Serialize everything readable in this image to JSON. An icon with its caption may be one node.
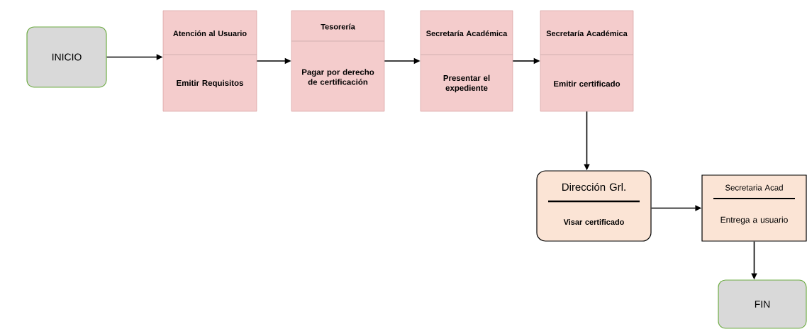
{
  "diagram": {
    "nodes": [
      {
        "text": [
          "INICIO"
        ]
      },
      {
        "text": [
          "Atención al Usuario",
          "Emitir Requisitos"
        ]
      },
      {
        "text": [
          "Tesorería",
          "Pagar por derecho de certificación"
        ]
      },
      {
        "text": [
          "Secretaría Académica",
          "Presentar el expediente"
        ]
      },
      {
        "text": [
          "Secretaría Académica",
          "Emitir certificado"
        ]
      },
      {
        "text": [
          "Dirección Grl.",
          "Visar certificado"
        ]
      },
      {
        "text": [
          "Secretaria Acad",
          "Entrega a usuario"
        ]
      },
      {
        "text": [
          "FIN"
        ]
      }
    ],
    "edges": [
      {
        "from": 0,
        "to": 1,
        "arrow": "to"
      },
      {
        "from": 1,
        "to": 2,
        "arrow": "to"
      },
      {
        "from": 2,
        "to": 3,
        "arrow": "to"
      },
      {
        "from": 3,
        "to": 4,
        "arrow": "to"
      },
      {
        "from": 4,
        "to": 5,
        "arrow": "to"
      },
      {
        "from": 5,
        "to": 6,
        "arrow": "to"
      },
      {
        "from": 6,
        "to": 7,
        "arrow": "to"
      }
    ]
  }
}
